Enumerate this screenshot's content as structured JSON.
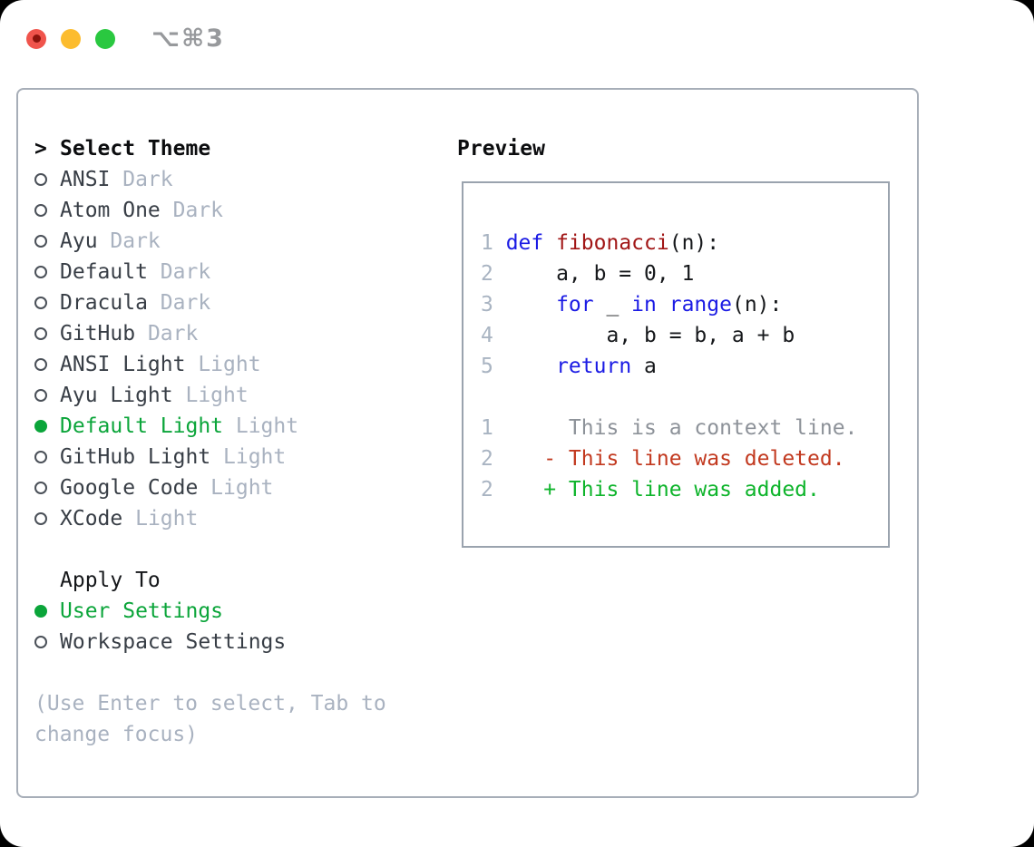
{
  "window": {
    "shortcut": "⌥⌘3"
  },
  "theme_selector": {
    "header_prefix": ">",
    "header": "Select Theme",
    "items": [
      {
        "name": "ANSI",
        "tag": "Dark",
        "selected": false
      },
      {
        "name": "Atom One",
        "tag": "Dark",
        "selected": false
      },
      {
        "name": "Ayu",
        "tag": "Dark",
        "selected": false
      },
      {
        "name": "Default",
        "tag": "Dark",
        "selected": false
      },
      {
        "name": "Dracula",
        "tag": "Dark",
        "selected": false
      },
      {
        "name": "GitHub",
        "tag": "Dark",
        "selected": false
      },
      {
        "name": "ANSI Light",
        "tag": "Light",
        "selected": false
      },
      {
        "name": "Ayu Light",
        "tag": "Light",
        "selected": false
      },
      {
        "name": "Default Light",
        "tag": "Light",
        "selected": true
      },
      {
        "name": "GitHub Light",
        "tag": "Light",
        "selected": false
      },
      {
        "name": "Google Code",
        "tag": "Light",
        "selected": false
      },
      {
        "name": "XCode",
        "tag": "Light",
        "selected": false
      }
    ]
  },
  "apply_to": {
    "header": "Apply To",
    "options": [
      {
        "name": "User Settings",
        "selected": true
      },
      {
        "name": "Workspace Settings",
        "selected": false
      }
    ]
  },
  "help_text": "(Use Enter to select, Tab to change focus)",
  "preview": {
    "header": "Preview",
    "code_lines": [
      {
        "num": "1",
        "tokens": [
          {
            "t": "def",
            "c": "keyword"
          },
          {
            "t": " ",
            "c": "plain"
          },
          {
            "t": "fibonacci",
            "c": "function"
          },
          {
            "t": "(n):",
            "c": "plain"
          }
        ]
      },
      {
        "num": "2",
        "tokens": [
          {
            "t": "    a, b = 0, 1",
            "c": "plain"
          }
        ]
      },
      {
        "num": "3",
        "tokens": [
          {
            "t": "    ",
            "c": "plain"
          },
          {
            "t": "for",
            "c": "keyword"
          },
          {
            "t": " _ ",
            "c": "plain"
          },
          {
            "t": "in",
            "c": "keyword"
          },
          {
            "t": " ",
            "c": "plain"
          },
          {
            "t": "range",
            "c": "keyword"
          },
          {
            "t": "(n):",
            "c": "plain"
          }
        ]
      },
      {
        "num": "4",
        "tokens": [
          {
            "t": "        a, b = b, a + b",
            "c": "plain"
          }
        ]
      },
      {
        "num": "5",
        "tokens": [
          {
            "t": "    ",
            "c": "plain"
          },
          {
            "t": "return",
            "c": "keyword"
          },
          {
            "t": " a",
            "c": "plain"
          }
        ]
      }
    ],
    "diff_lines": [
      {
        "num": "1",
        "kind": "context",
        "text": "     This is a context line."
      },
      {
        "num": "2",
        "kind": "deleted",
        "text": "   - This line was deleted."
      },
      {
        "num": "2",
        "kind": "added",
        "text": "   + This line was added."
      }
    ]
  },
  "colors": {
    "accent_green": "#0ba53a",
    "added_green": "#0eb42b",
    "deleted_red": "#c2391f",
    "keyword_blue": "#1b1be4",
    "function_red": "#a11616",
    "context_gray": "#8d9299",
    "tag_gray": "#a9b2c0",
    "line_number_gray": "#a9b4c2",
    "item_text": "#383e46",
    "border_gray": "#a7aeb8",
    "box_border": "#9aa3ae",
    "traffic_red": "#f0544c",
    "traffic_red_core": "#8c130c",
    "traffic_yellow": "#fcbc2e",
    "traffic_green": "#2ac840",
    "shortcut_gray": "#97999c"
  }
}
